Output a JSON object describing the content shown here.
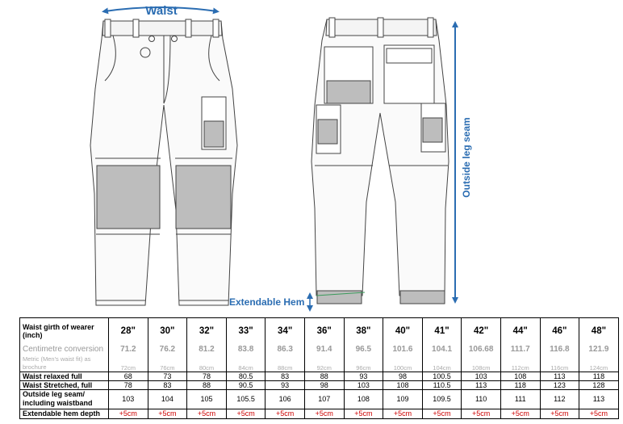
{
  "labels": {
    "waist": "Waist",
    "extendable_hem": "Extendable Hem",
    "outside_leg_seam": "Outside leg seam"
  },
  "colors": {
    "accent": "#2b6db2",
    "panel": "#bdbdbd",
    "hem_red": "#cc0000"
  },
  "table": {
    "row_waist_girth_1": "Waist girth of wearer",
    "row_waist_girth_2": "(inch)",
    "row_cm": "Centimetre conversion",
    "row_metric_1": "Metric (Men's waist fit) as",
    "row_metric_2": "brochure",
    "row_relaxed": "Waist relaxed full",
    "row_stretched": "Waist Stretched, full",
    "row_leg_1": "Outside leg seam/",
    "row_leg_2": "including waistband",
    "row_hem": "Extendable hem depth",
    "sizes": [
      {
        "inch": "28\"",
        "cm": "71.2",
        "metric": "72cm",
        "relaxed": "68",
        "stretched": "78",
        "leg": "103",
        "hem": "+5cm"
      },
      {
        "inch": "30\"",
        "cm": "76.2",
        "metric": "76cm",
        "relaxed": "73",
        "stretched": "83",
        "leg": "104",
        "hem": "+5cm"
      },
      {
        "inch": "32\"",
        "cm": "81.2",
        "metric": "80cm",
        "relaxed": "78",
        "stretched": "88",
        "leg": "105",
        "hem": "+5cm"
      },
      {
        "inch": "33\"",
        "cm": "83.8",
        "metric": "84cm",
        "relaxed": "80.5",
        "stretched": "90.5",
        "leg": "105.5",
        "hem": "+5cm"
      },
      {
        "inch": "34\"",
        "cm": "86.3",
        "metric": "88cm",
        "relaxed": "83",
        "stretched": "93",
        "leg": "106",
        "hem": "+5cm"
      },
      {
        "inch": "36\"",
        "cm": "91.4",
        "metric": "92cm",
        "relaxed": "88",
        "stretched": "98",
        "leg": "107",
        "hem": "+5cm"
      },
      {
        "inch": "38\"",
        "cm": "96.5",
        "metric": "96cm",
        "relaxed": "93",
        "stretched": "103",
        "leg": "108",
        "hem": "+5cm"
      },
      {
        "inch": "40\"",
        "cm": "101.6",
        "metric": "100cm",
        "relaxed": "98",
        "stretched": "108",
        "leg": "109",
        "hem": "+5cm"
      },
      {
        "inch": "41\"",
        "cm": "104.1",
        "metric": "104cm",
        "relaxed": "100.5",
        "stretched": "110.5",
        "leg": "109.5",
        "hem": "+5cm"
      },
      {
        "inch": "42\"",
        "cm": "106.68",
        "metric": "108cm",
        "relaxed": "103",
        "stretched": "113",
        "leg": "110",
        "hem": "+5cm"
      },
      {
        "inch": "44\"",
        "cm": "111.7",
        "metric": "112cm",
        "relaxed": "108",
        "stretched": "118",
        "leg": "111",
        "hem": "+5cm"
      },
      {
        "inch": "46\"",
        "cm": "116.8",
        "metric": "116cm",
        "relaxed": "113",
        "stretched": "123",
        "leg": "112",
        "hem": "+5cm"
      },
      {
        "inch": "48\"",
        "cm": "121.9",
        "metric": "124cm",
        "relaxed": "118",
        "stretched": "128",
        "leg": "113",
        "hem": "+5cm"
      }
    ]
  }
}
